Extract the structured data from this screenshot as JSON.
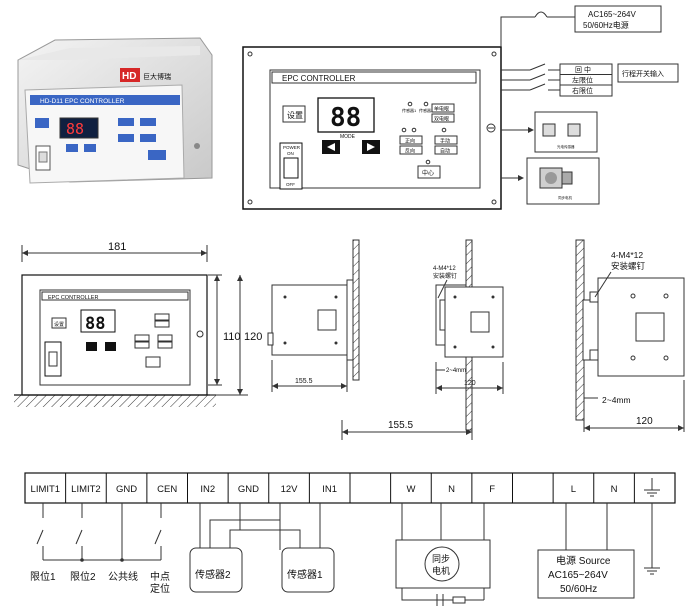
{
  "product_photo": {
    "brand_logo": "HD",
    "brand_text": "巨大博瑞",
    "panel_title": "HD-D11 EPC CONTROLLER",
    "display": "88"
  },
  "panel": {
    "title": "EPC CONTROLLER",
    "setup_button": "设置",
    "display": "88",
    "mode_label": "MODE",
    "power_label": "POWER",
    "on_label": "ON",
    "off_label": "OFF",
    "sensor_labels": [
      "传感器1",
      "传感器2"
    ],
    "single_sensor_button": "单电眼",
    "dual_sensor_button": "双电眼",
    "auto_labels": [
      "手动",
      "自动"
    ],
    "manual_labels": [
      "正向",
      "反向"
    ],
    "center_button": "中心",
    "power_source_line1": "AC165~264V",
    "power_source_line2": "50/60Hz电源",
    "limit_switches": [
      "回 中",
      "左限位",
      "右限位"
    ],
    "limit_input_label": "行程开关输入",
    "sensor_caption": "光电传感器",
    "motor_caption": "同步电机"
  },
  "dimensions": {
    "width": "181",
    "height_inner": "110",
    "height_outer": "120",
    "depth_side": "155.5",
    "depth_bottom": "155.5",
    "mount_depth": "120",
    "mount_depth_large": "120",
    "screw_label_small": "4-M4*12",
    "screw_sub_small": "安装螺钉",
    "screw_label_large": "4-M4*12",
    "screw_sub_large": "安装螺钉",
    "gap_small": "2~4mm",
    "gap_large": "2~4mm"
  },
  "wiring": {
    "terminals": [
      "LIMIT1",
      "LIMIT2",
      "GND",
      "CEN",
      "IN2",
      "GND",
      "12V",
      "IN1",
      "",
      "W",
      "N",
      "F",
      "",
      "L",
      "N",
      ""
    ],
    "switch_labels": [
      [
        "限位1"
      ],
      [
        "限位2"
      ],
      [
        "公共线"
      ],
      [
        "中点",
        "定位"
      ]
    ],
    "sensor_boxes": [
      "传感器2",
      "传感器1"
    ],
    "motor_label": [
      "同步",
      "电机"
    ],
    "power_box": [
      "电源 Source",
      "AC165~264V",
      "50/60Hz"
    ],
    "ground_icon": "earth-ground"
  }
}
